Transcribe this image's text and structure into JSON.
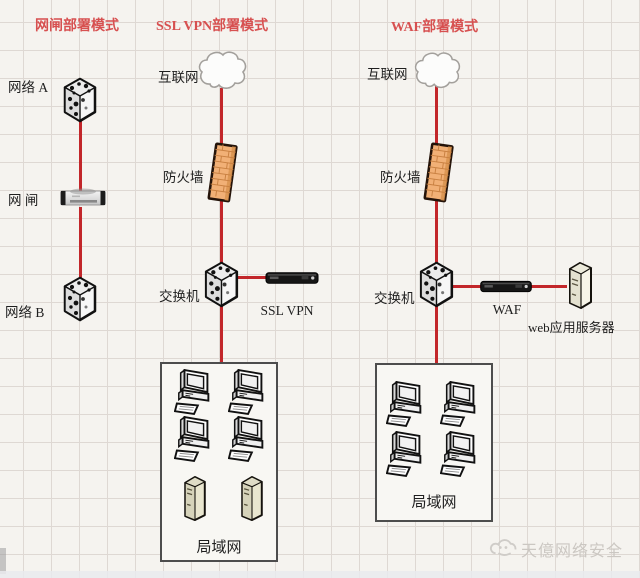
{
  "canvas": {
    "background": "#f5f3ef",
    "grid_color": "#ded8d3",
    "connector_color": "#c2262a",
    "title_color": "#d75050",
    "label_color": "#1f1f1f"
  },
  "diagram": {
    "columns": [
      {
        "title": "网闸部署模式",
        "nodes": {
          "network_a": {
            "label": "网络 A",
            "icon": "switch-icon"
          },
          "gap": {
            "label": "网 闸",
            "icon": "gap-appliance-icon"
          },
          "network_b": {
            "label": "网络 B",
            "icon": "switch-icon"
          }
        }
      },
      {
        "title": "SSL VPN部署模式",
        "nodes": {
          "internet": {
            "label": "互联网",
            "icon": "internet-cloud-icon"
          },
          "firewall": {
            "label": "防火墙",
            "icon": "firewall-brick-icon"
          },
          "switch": {
            "label": "交换机",
            "icon": "switch-icon"
          },
          "sslvpn": {
            "label": "SSL VPN",
            "icon": "appliance-bar-icon"
          },
          "lan": {
            "label": "局域网",
            "icon": "lan-box",
            "computers": 4,
            "servers": 2
          }
        }
      },
      {
        "title": "WAF部署模式",
        "nodes": {
          "internet": {
            "label": "互联网",
            "icon": "internet-cloud-icon"
          },
          "firewall": {
            "label": "防火墙",
            "icon": "firewall-brick-icon"
          },
          "switch": {
            "label": "交换机",
            "icon": "switch-icon"
          },
          "waf": {
            "label": "WAF",
            "icon": "appliance-bar-icon"
          },
          "webserver": {
            "label": "web应用服务器",
            "icon": "server-tower-icon"
          },
          "lan": {
            "label": "局域网",
            "icon": "lan-box",
            "computers": 4,
            "servers": 0
          }
        }
      }
    ]
  },
  "watermark": {
    "logo": "cloud-face-logo",
    "text": "天億网络安全",
    "color": "#cbc7c2"
  }
}
